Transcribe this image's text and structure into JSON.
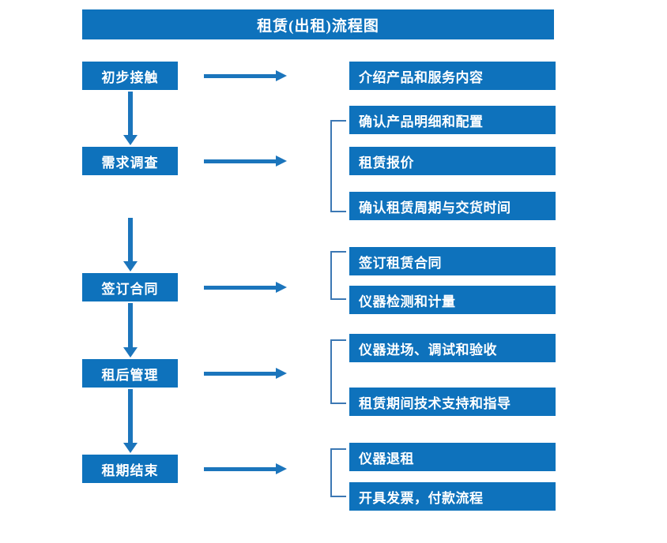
{
  "title": "租赁(出租)流程图",
  "colors": {
    "box_blue": "#0E72BC",
    "arrow_blue": "#1B75BC",
    "bracket_blue": "#3C78B4",
    "text_white": "#FFFFFF",
    "background": "#FFFFFF"
  },
  "stages": [
    {
      "label": "初步接触"
    },
    {
      "label": "需求调查"
    },
    {
      "label": "签订合同"
    },
    {
      "label": "租后管理"
    },
    {
      "label": "租期结束"
    }
  ],
  "details": [
    {
      "label": "介绍产品和服务内容"
    },
    {
      "label": "确认产品明细和配置"
    },
    {
      "label": "租赁报价"
    },
    {
      "label": "确认租赁周期与交货时间"
    },
    {
      "label": "签订租赁合同"
    },
    {
      "label": "仪器检测和计量"
    },
    {
      "label": "仪器进场、调试和验收"
    },
    {
      "label": "租赁期间技术支持和指导"
    },
    {
      "label": "仪器退租"
    },
    {
      "label": "开具发票，付款流程"
    }
  ],
  "groups": [
    {
      "stage": "需求调查",
      "items": [
        "确认产品明细和配置",
        "租赁报价",
        "确认租赁周期与交货时间"
      ]
    },
    {
      "stage": "签订合同",
      "items": [
        "签订租赁合同",
        "仪器检测和计量"
      ]
    },
    {
      "stage": "租后管理",
      "items": [
        "仪器进场、调试和验收",
        "租赁期间技术支持和指导"
      ]
    },
    {
      "stage": "租期结束",
      "items": [
        "仪器退租",
        "开具发票，付款流程"
      ]
    }
  ],
  "flow_connectors": {
    "horizontal_arrow_icon": "arrow-right-icon",
    "vertical_arrow_icon": "arrow-down-icon",
    "bracket_icon": "group-bracket-icon"
  }
}
